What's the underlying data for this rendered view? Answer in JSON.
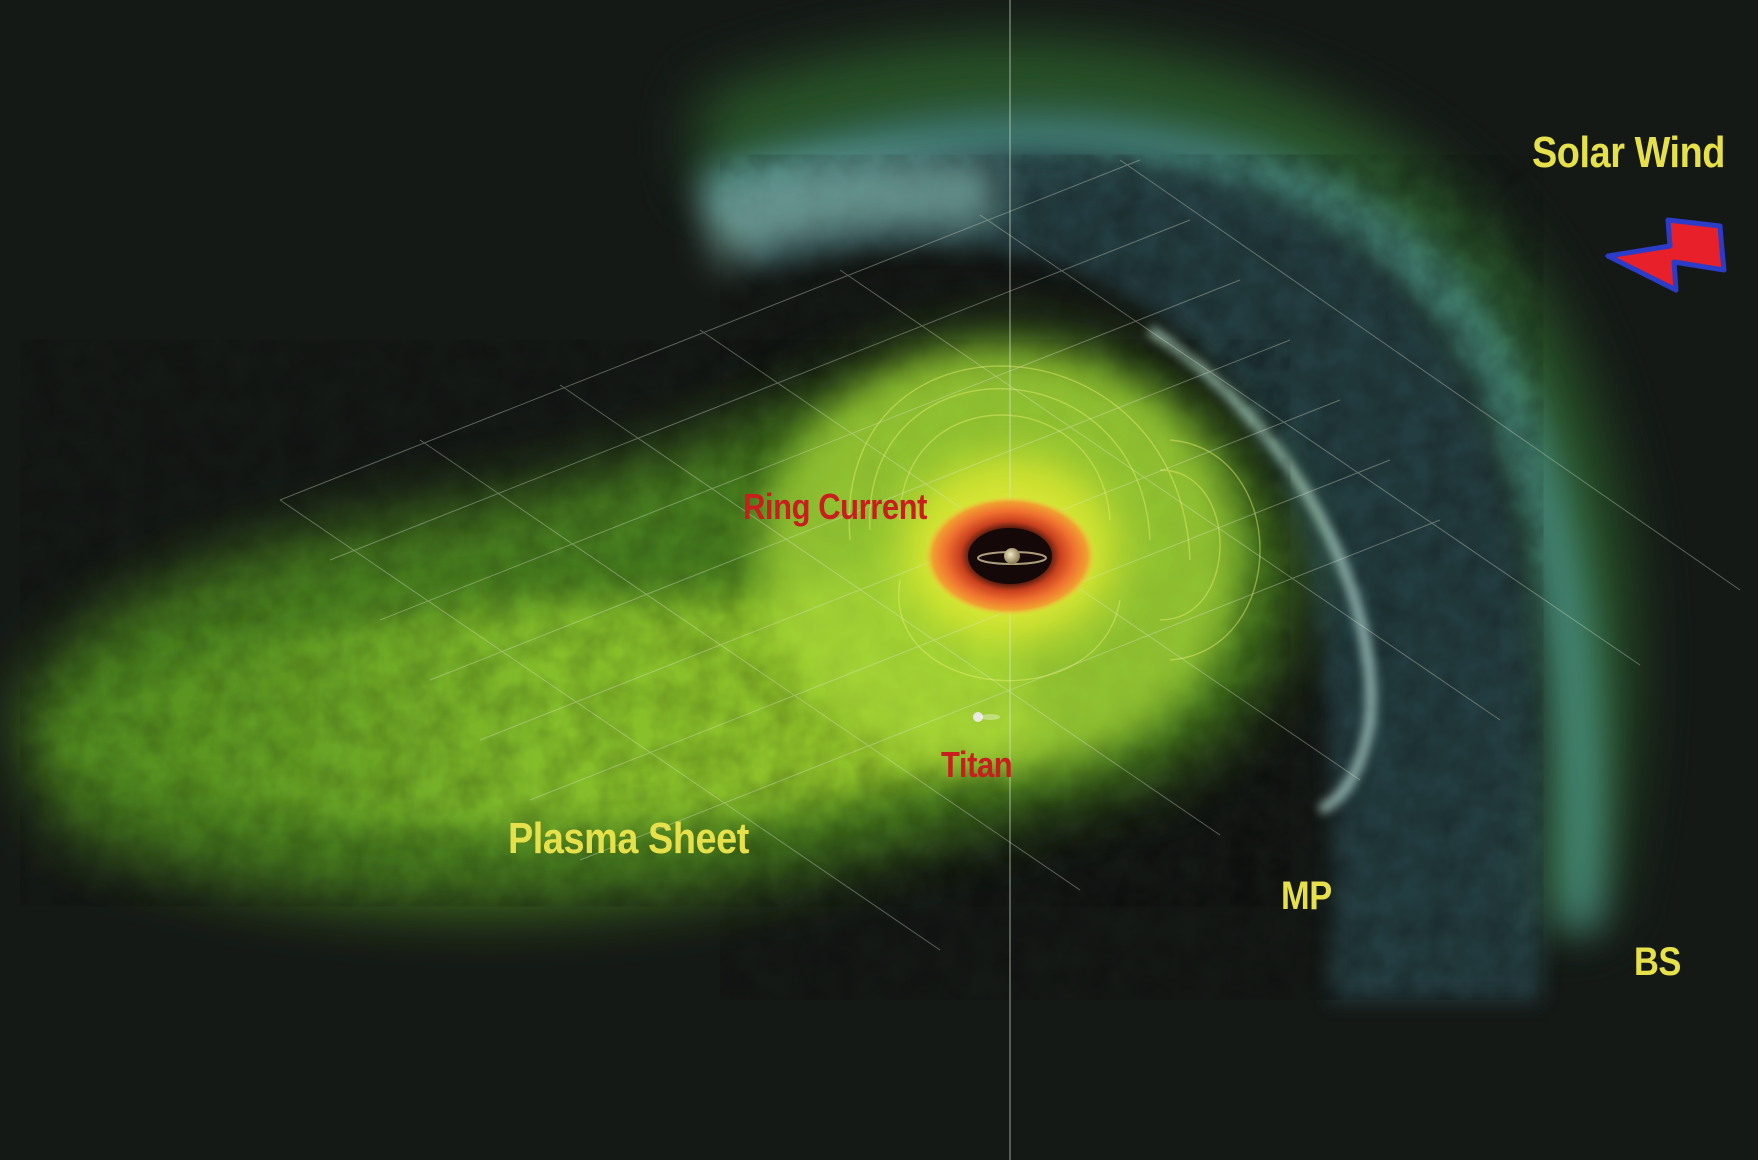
{
  "labels": {
    "solar_wind": "Solar Wind",
    "ring_current": "Ring Current",
    "titan": "Titan",
    "plasma_sheet": "Plasma Sheet",
    "mp": "MP",
    "bs": "BS"
  },
  "colors": {
    "background": "#151916",
    "label_yellow": "#e6e04a",
    "label_red": "#c81e1e",
    "plasma_green": "#7ec82a",
    "ring_orange": "#e8602a",
    "bow_shock_cyan": "#6ec4c8",
    "arrow_fill": "#e8202a",
    "arrow_outline": "#2a3cc8"
  }
}
